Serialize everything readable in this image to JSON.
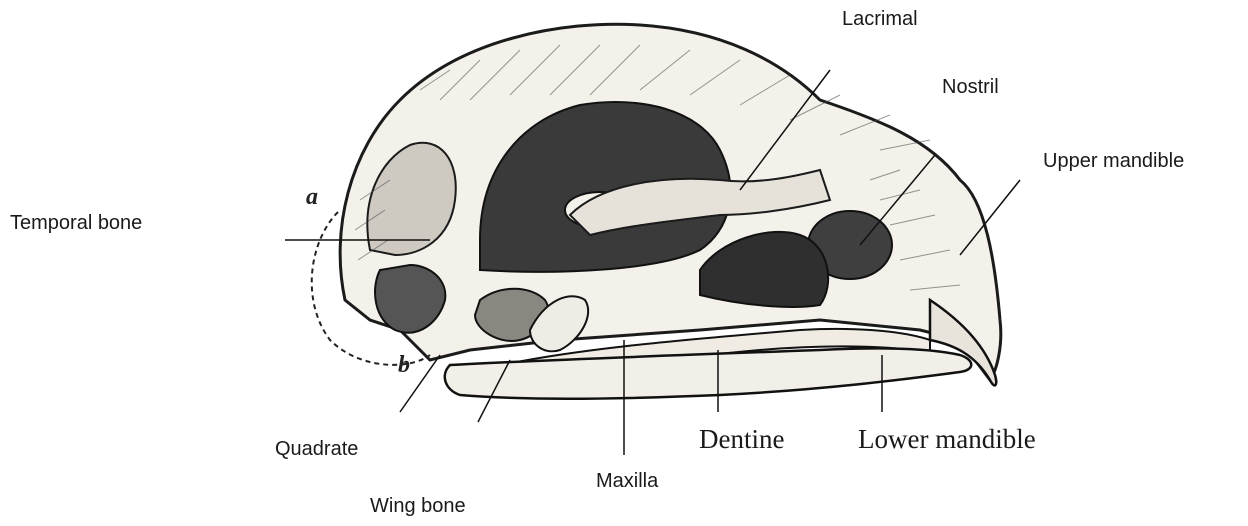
{
  "figure": {
    "labels": {
      "temporal_bone": "Temporal bone",
      "lacrimal": "Lacrimal",
      "nostril": "Nostril",
      "upper_mandible": "Upper mandible",
      "quadrate": "Quadrate",
      "wing_bone": "Wing bone",
      "maxilla": "Maxilla",
      "dentine": "Dentine",
      "lower_mandible": "Lower mandible"
    },
    "markers": {
      "a": "a",
      "b": "b"
    }
  }
}
